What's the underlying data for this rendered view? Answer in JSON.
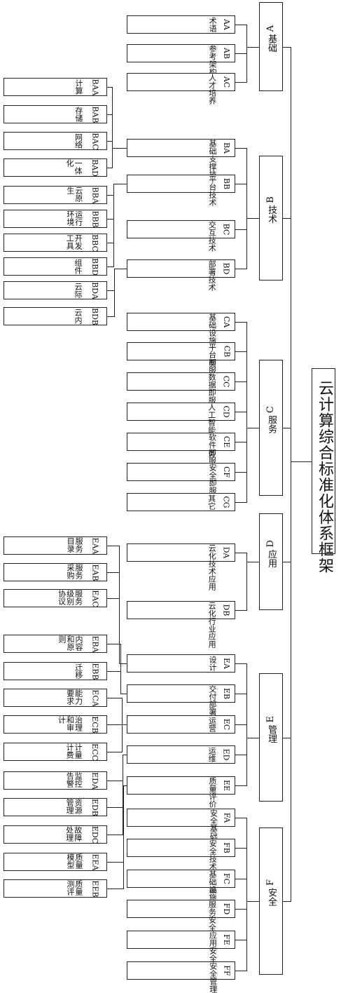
{
  "root": {
    "title": "云计算综合标准化体系框架"
  },
  "categories": [
    {
      "code": "A",
      "name": "基础",
      "children": [
        {
          "code": "AA",
          "name": "术语",
          "children": []
        },
        {
          "code": "AB",
          "name": "参考架构",
          "children": []
        },
        {
          "code": "AC",
          "name": "人才培养",
          "children": []
        }
      ]
    },
    {
      "code": "B",
      "name": "技术",
      "children": [
        {
          "code": "BA",
          "name": "基础支撑技术",
          "children": [
            {
              "code": "BAA",
              "name": "计算"
            },
            {
              "code": "BAB",
              "name": "存储"
            },
            {
              "code": "BAC",
              "name": "网络"
            },
            {
              "code": "BAD",
              "name": "一体化"
            }
          ]
        },
        {
          "code": "BB",
          "name": "平台技术",
          "children": [
            {
              "code": "BBA",
              "name": "云原生"
            },
            {
              "code": "BBB",
              "name": "运行环境"
            },
            {
              "code": "BBC",
              "name": "开发工具"
            },
            {
              "code": "BBD",
              "name": "组件"
            }
          ]
        },
        {
          "code": "BC",
          "name": "交互技术",
          "children": []
        },
        {
          "code": "BD",
          "name": "部署技术",
          "children": [
            {
              "code": "BDA",
              "name": "云际"
            },
            {
              "code": "BDB",
              "name": "云内"
            }
          ]
        }
      ]
    },
    {
      "code": "C",
      "name": "服务",
      "children": [
        {
          "code": "CA",
          "name": "基础设施即服务",
          "children": []
        },
        {
          "code": "CB",
          "name": "平台即服务",
          "children": []
        },
        {
          "code": "CC",
          "name": "数据即服务",
          "children": []
        },
        {
          "code": "CD",
          "name": "人工智能即服务",
          "children": []
        },
        {
          "code": "CE",
          "name": "软件即服务",
          "children": []
        },
        {
          "code": "CF",
          "name": "安全即服务",
          "children": []
        },
        {
          "code": "CG",
          "name": "其它",
          "children": []
        }
      ]
    },
    {
      "code": "D",
      "name": "应用",
      "children": [
        {
          "code": "DA",
          "name": "云化技术应用",
          "children": []
        },
        {
          "code": "DB",
          "name": "云化行业应用",
          "children": []
        }
      ]
    },
    {
      "code": "E",
      "name": "管理",
      "children": [
        {
          "code": "EA",
          "name": "设计",
          "children": [
            {
              "code": "EAA",
              "name": "服务目录"
            },
            {
              "code": "EAB",
              "name": "服务采购"
            },
            {
              "code": "EAC",
              "name": "服务级别协议"
            }
          ]
        },
        {
          "code": "EB",
          "name": "交付部署",
          "children": [
            {
              "code": "EBA",
              "name": "内容和原则"
            },
            {
              "code": "EBB",
              "name": "迁移"
            }
          ]
        },
        {
          "code": "EC",
          "name": "运营",
          "children": [
            {
              "code": "ECA",
              "name": "能力要求"
            },
            {
              "code": "ECB",
              "name": "治理和审计"
            },
            {
              "code": "ECC",
              "name": "计量计费"
            }
          ]
        },
        {
          "code": "ED",
          "name": "运维",
          "children": [
            {
              "code": "EDA",
              "name": "监控告警"
            },
            {
              "code": "EDB",
              "name": "资源管理"
            },
            {
              "code": "EDC",
              "name": "故障处理"
            }
          ]
        },
        {
          "code": "EE",
          "name": "质量评价",
          "children": [
            {
              "code": "EEA",
              "name": "质量模型"
            },
            {
              "code": "EEB",
              "name": "质量测评"
            }
          ]
        }
      ]
    },
    {
      "code": "F",
      "name": "安全",
      "children": [
        {
          "code": "FA",
          "name": "安全基础",
          "children": []
        },
        {
          "code": "FB",
          "name": "安全技术与产品",
          "children": []
        },
        {
          "code": "FC",
          "name": "基础设施安全",
          "children": []
        },
        {
          "code": "FD",
          "name": "服务安全",
          "children": []
        },
        {
          "code": "FE",
          "name": "应用安全",
          "children": []
        },
        {
          "code": "FF",
          "name": "安全管理",
          "children": []
        }
      ]
    }
  ]
}
